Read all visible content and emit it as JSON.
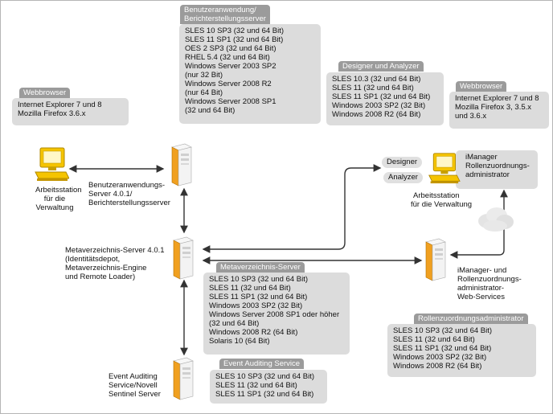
{
  "colors": {
    "box_fill": "#dcdcdc",
    "tab_fill": "#9b9b9b",
    "server_orange": "#f0a020",
    "workstation_yellow": "#f5c400",
    "connector": "#333333"
  },
  "nodes": {
    "webbrowser_left": {
      "tab": "Webbrowser",
      "lines": [
        "Internet Explorer 7 und 8",
        "Mozilla Firefox 3.6.x"
      ]
    },
    "admin_station_left": {
      "label": [
        "Arbeitsstation",
        "für die",
        "Verwaltung"
      ],
      "icon": "workstation-icon"
    },
    "ua_server": {
      "tab": [
        "Benutzeranwendung/",
        "Berichterstellungsserver"
      ],
      "lines": [
        "SLES 10 SP3 (32 und 64 Bit)",
        "SLES 11 SP1 (32 und 64 Bit)",
        "OES 2 SP3 (32 und 64 Bit)",
        "RHEL 5.4 (32 und 64 Bit)",
        "Windows Server 2003 SP2",
        "(nur 32 Bit)",
        "Windows Server 2008 R2",
        "(nur 64 Bit)",
        "Windows Server 2008 SP1",
        "(32 und 64 Bit)"
      ],
      "label": [
        "Benutzeranwendungs-",
        "Server 4.0.1/",
        "Berichterstellungsserver"
      ],
      "icon": "server-icon"
    },
    "designer_analyzer": {
      "tab": "Designer und Analyzer",
      "lines": [
        "SLES 10.3 (32 und 64 Bit)",
        "SLES 11 (32 und 64 Bit)",
        "SLES 11 SP1 (32 und 64 Bit)",
        "Windows 2003 SP2  (32 Bit)",
        "Windows 2008 R2 (64 Bit)"
      ]
    },
    "webbrowser_right": {
      "tab": "Webbrowser",
      "lines": [
        "Internet Explorer 7 und 8",
        "Mozilla Firefox 3, 3.5.x",
        "und 3.6.x"
      ]
    },
    "admin_station_right": {
      "designer": "Designer",
      "analyzer": "Analyzer",
      "imanager": [
        "iManager",
        "Rollenzuordnungs-",
        "administrator"
      ],
      "label": [
        "Arbeitsstation",
        "für die Verwaltung"
      ],
      "icon": "workstation-icon"
    },
    "cloud": {
      "icon": "cloud-icon"
    },
    "metadirectory": {
      "label": [
        "Metaverzeichnis-Server 4.0.1",
        "(Identitätsdepot,",
        "Metaverzeichnis-Engine",
        " und Remote Loader)"
      ],
      "tab": "Metaverzeichnis-Server",
      "lines": [
        "SLES 10 SP3 (32 und 64 Bit)",
        "SLES 11 (32 und 64 Bit)",
        "SLES 11 SP1 (32 und 64 Bit)",
        "Windows 2003 SP2 (32 Bit)",
        "Windows Server 2008 SP1 oder höher",
        " (32 und 64 Bit)",
        "Windows 2008 R2 (64 Bit)",
        "Solaris 10 (64 Bit)"
      ],
      "icon": "server-icon"
    },
    "imanager_server": {
      "label": [
        "iManager- und",
        "Rollenzuordnungs-",
        "administrator-",
        "Web-Services"
      ],
      "icon": "server-icon"
    },
    "rbpm": {
      "tab": "Rollenzuordnungsadministrator",
      "lines": [
        "SLES 10 SP3 (32 und 64 Bit)",
        "SLES 11 (32 und 64 Bit)",
        "SLES 11 SP1 (32 und 64 Bit)",
        "Windows 2003 SP2 (32 Bit)",
        "Windows 2008 R2 (64 Bit)"
      ]
    },
    "event_auditing": {
      "label": [
        "Event Auditing",
        "Service/Novell",
        "Sentinel Server"
      ],
      "tab": "Event Auditing Service",
      "lines": [
        "SLES 10 SP3 (32 und 64 Bit)",
        "SLES 11 (32 und 64 Bit)",
        "SLES 11 SP1 (32 und 64 Bit)"
      ],
      "icon": "server-icon"
    }
  }
}
